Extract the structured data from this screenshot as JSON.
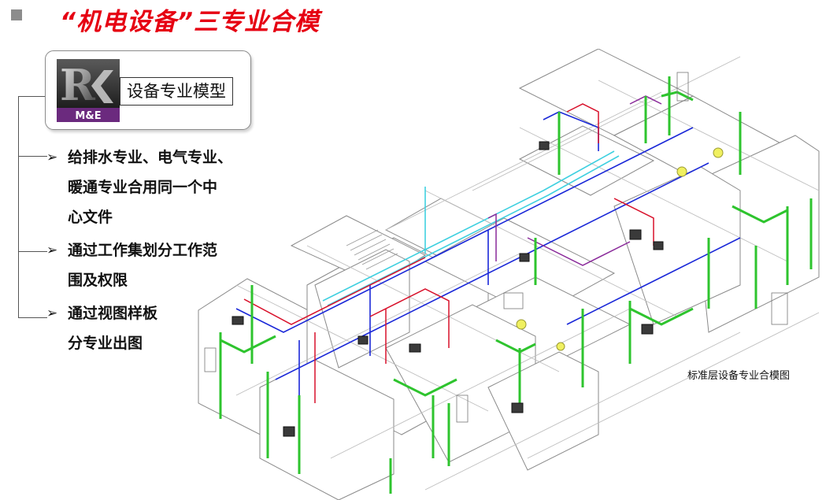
{
  "title": "“机电设备”三专业合模",
  "card": {
    "logo_letter": "R",
    "logo_badge": "M&E",
    "label": "设备专业模型"
  },
  "bullets": [
    {
      "line1": "给排水专业、电气专业、",
      "line2": "暖通专业合用同一个中",
      "line3": "心文件"
    },
    {
      "line1": "通过工作集划分工作范",
      "line2": "围及权限"
    },
    {
      "line1": "通过视图样板",
      "line2": "分专业出图"
    }
  ],
  "caption": "标准层设备专业合模图",
  "colors": {
    "title": "#e60012",
    "pipe_green": "#2ec42e",
    "pipe_blue": "#1a28d8",
    "pipe_red": "#d8102a",
    "pipe_cyan": "#3fd0e0",
    "pipe_purple": "#8a2a9a",
    "logo_purple": "#6b2a7e"
  },
  "icons": {
    "bullet": "square-bullet-icon",
    "list_marker": "arrow-right-icon",
    "logo": "revit-mep-logo-icon"
  }
}
